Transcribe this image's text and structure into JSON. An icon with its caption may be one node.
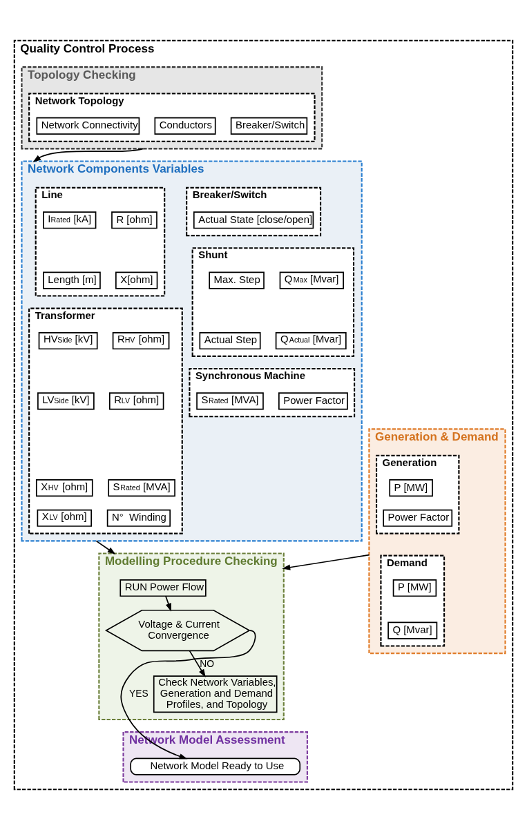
{
  "diagram": {
    "nodes": [
      {
        "text": [
          "Quality Control Process"
        ]
      },
      {
        "text": [
          "Topology Checking"
        ],
        "in": 0
      },
      {
        "text": [
          "Network Topology"
        ],
        "in": 1
      },
      {
        "text": [
          "Network Connectivity"
        ],
        "in": 2
      },
      {
        "text": [
          "Conductors"
        ],
        "in": 2
      },
      {
        "text": [
          "Breaker/Switch"
        ],
        "in": 2
      },
      {
        "text": [
          "Network Components Variables"
        ],
        "in": 0
      },
      {
        "text": [
          "Line"
        ],
        "in": 6
      },
      {
        "text": [
          "I$_{Rated}$ [kA]"
        ],
        "in": 7
      },
      {
        "text": [
          "R [ohm]"
        ],
        "in": 7
      },
      {
        "text": [
          "Length [m]"
        ],
        "in": 7
      },
      {
        "text": [
          "X[ohm]"
        ],
        "in": 7
      },
      {
        "text": [
          "Transformer"
        ],
        "in": 6
      },
      {
        "text": [
          "HV$_{Side}$ [kV]"
        ],
        "in": 12
      },
      {
        "text": [
          "R$_{HV}$ [ohm]"
        ],
        "in": 12
      },
      {
        "text": [
          "LV$_{Side}$ [kV]"
        ],
        "in": 12
      },
      {
        "text": [
          "R$_{LV}$ [ohm]"
        ],
        "in": 12
      },
      {
        "text": [
          "X$_{HV}$ [ohm]"
        ],
        "in": 12
      },
      {
        "text": [
          "S$_{Rated}$ [MVA]"
        ],
        "in": 12
      },
      {
        "text": [
          "X$_{LV}$ [ohm]"
        ],
        "in": 12
      },
      {
        "text": [
          "N°  Winding"
        ],
        "in": 12
      },
      {
        "text": [
          "Breaker/Switch"
        ],
        "in": 6
      },
      {
        "text": [
          "Actual State [close/open]"
        ],
        "in": 21
      },
      {
        "text": [
          "Shunt"
        ],
        "in": 6
      },
      {
        "text": [
          "Max. Step"
        ],
        "in": 23
      },
      {
        "text": [
          "Q$_{Max}$ [Mvar]"
        ],
        "in": 23
      },
      {
        "text": [
          "Actual Step"
        ],
        "in": 23
      },
      {
        "text": [
          "Q$_{Actual}$ [Mvar]"
        ],
        "in": 23
      },
      {
        "text": [
          "Synchronous Machine"
        ],
        "in": 6
      },
      {
        "text": [
          "S$_{Rated}$ [MVA]"
        ],
        "in": 28
      },
      {
        "text": [
          "Power Factor"
        ],
        "in": 28
      },
      {
        "text": [
          "Modelling Procedure Checking"
        ],
        "in": 0
      },
      {
        "text": [
          "RUN Power Flow"
        ],
        "in": 31
      },
      {
        "text": [
          "Voltage & Current Convergence"
        ],
        "in": 31
      },
      {
        "text": [
          "Check Network Variables, Generation and Demand Profiles, and Topology"
        ],
        "in": 31
      },
      {
        "text": [
          "Generation & Demand"
        ],
        "in": 0
      },
      {
        "text": [
          "Generation"
        ],
        "in": 35
      },
      {
        "text": [
          "P [MW]"
        ],
        "in": 36
      },
      {
        "text": [
          "Power Factor"
        ],
        "in": 36
      },
      {
        "text": [
          "Demand"
        ],
        "in": 35
      },
      {
        "text": [
          "P [MW]"
        ],
        "in": 39
      },
      {
        "text": [
          "Q [Mvar]"
        ],
        "in": 39
      },
      {
        "text": [
          "Network Model Assessment"
        ],
        "in": 0
      },
      {
        "text": [
          "Network Model Ready to Use"
        ],
        "in": 42
      }
    ],
    "edges": [
      {
        "from": 1,
        "to": 6,
        "arrow": "to"
      },
      {
        "from": 6,
        "to": 31,
        "arrow": "to"
      },
      {
        "from": 32,
        "to": 33,
        "arrow": "to"
      },
      {
        "from": 33,
        "to": 34,
        "arrow": "to",
        "label": "NO"
      },
      {
        "from": 33,
        "to": 43,
        "arrow": "to",
        "label": "YES"
      },
      {
        "from": 35,
        "to": 31,
        "arrow": "to"
      }
    ]
  }
}
